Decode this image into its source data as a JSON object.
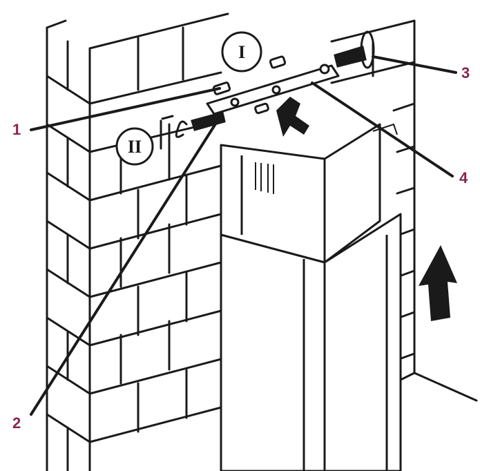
{
  "diagram": {
    "step_markers": [
      {
        "id": "step-1",
        "text": "I"
      },
      {
        "id": "step-2",
        "text": "II"
      }
    ],
    "callouts": [
      {
        "id": "callout-1",
        "text": "1"
      },
      {
        "id": "callout-2",
        "text": "2"
      },
      {
        "id": "callout-3",
        "text": "3"
      },
      {
        "id": "callout-4",
        "text": "4"
      }
    ],
    "colors": {
      "line": "#1a1a1a",
      "callout_text": "#8a2450",
      "background": "#ffffff"
    },
    "icons": [
      "up-arrow-icon",
      "insert-arrow-icon",
      "screw-icon",
      "wall-plug-icon",
      "hook-icon",
      "washer-icon"
    ]
  }
}
